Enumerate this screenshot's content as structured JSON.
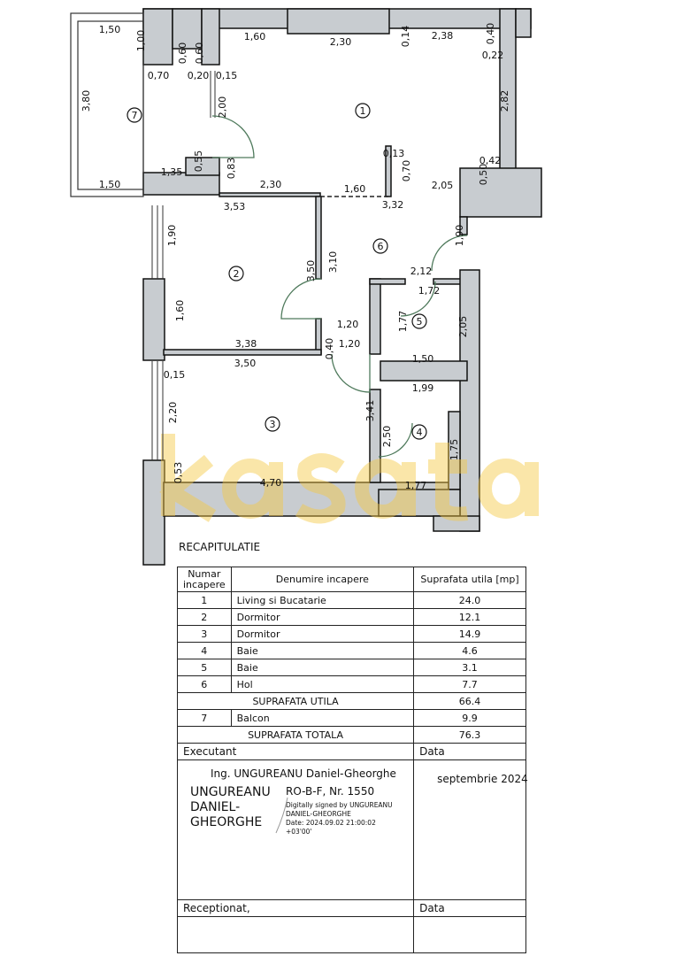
{
  "plan": {
    "watermark": "kasata",
    "rooms": [
      "1",
      "2",
      "3",
      "4",
      "5",
      "6",
      "7"
    ],
    "dimensions": [
      "1,50",
      "1,00",
      "0,60",
      "0,60",
      "0,70",
      "0,20",
      "0,15",
      "1,60",
      "2,30",
      "0,14",
      "2,38",
      "0,40",
      "0,22",
      "3,80",
      "2,00",
      "2,82",
      "0,13",
      "0,70",
      "0,42",
      "1,35",
      "0,55",
      "0,83",
      "1,50",
      "2,30",
      "1,60",
      "2,05",
      "0,50",
      "3,53",
      "3,32",
      "1,90",
      "3,50",
      "3,10",
      "1,90",
      "2,12",
      "1,72",
      "1,60",
      "1,20",
      "1,77",
      "2,05",
      "3,38",
      "1,20",
      "0,40",
      "3,50",
      "1,50",
      "0,15",
      "1,99",
      "2,20",
      "3,41",
      "2,50",
      "1,75",
      "0,53",
      "4,70",
      "1,77"
    ],
    "colors": {
      "wall": "#c8ccd0",
      "door": "#4f7a5c",
      "watermark": "#f5c842"
    }
  },
  "summary": {
    "title": "RECAPITULATIE",
    "headers": [
      "Numar incapere",
      "Denumire incapere",
      "Suprafata utila [mp]"
    ],
    "rows": [
      {
        "nr": "1",
        "name": "Living si Bucatarie",
        "area": "24.0"
      },
      {
        "nr": "2",
        "name": "Dormitor",
        "area": "12.1"
      },
      {
        "nr": "3",
        "name": "Dormitor",
        "area": "14.9"
      },
      {
        "nr": "4",
        "name": "Baie",
        "area": "4.6"
      },
      {
        "nr": "5",
        "name": "Baie",
        "area": "3.1"
      },
      {
        "nr": "6",
        "name": "Hol",
        "area": "7.7"
      }
    ],
    "utila_label": "SUPRAFATA UTILA",
    "utila_value": "66.4",
    "balcon": {
      "nr": "7",
      "name": "Balcon",
      "area": "9.9"
    },
    "totala_label": "SUPRAFATA TOTALA",
    "totala_value": "76.3"
  },
  "signoff": {
    "executant_label": "Executant",
    "data_label": "Data",
    "signer_name_lines": [
      "UNGUREANU",
      "DANIEL-",
      "GHEORGHE"
    ],
    "engineer": "Ing. UNGUREANU Daniel-Gheorghe",
    "license": "RO-B-F, Nr. 1550",
    "digital_lines": [
      "Digitally signed by UNGUREANU",
      "DANIEL-GHEORGHE",
      "Date: 2024.09.02 21:00:02",
      "+03'00'"
    ],
    "date": "septembrie 2024",
    "receptionat_label": "Receptionat,",
    "data_label2": "Data"
  }
}
